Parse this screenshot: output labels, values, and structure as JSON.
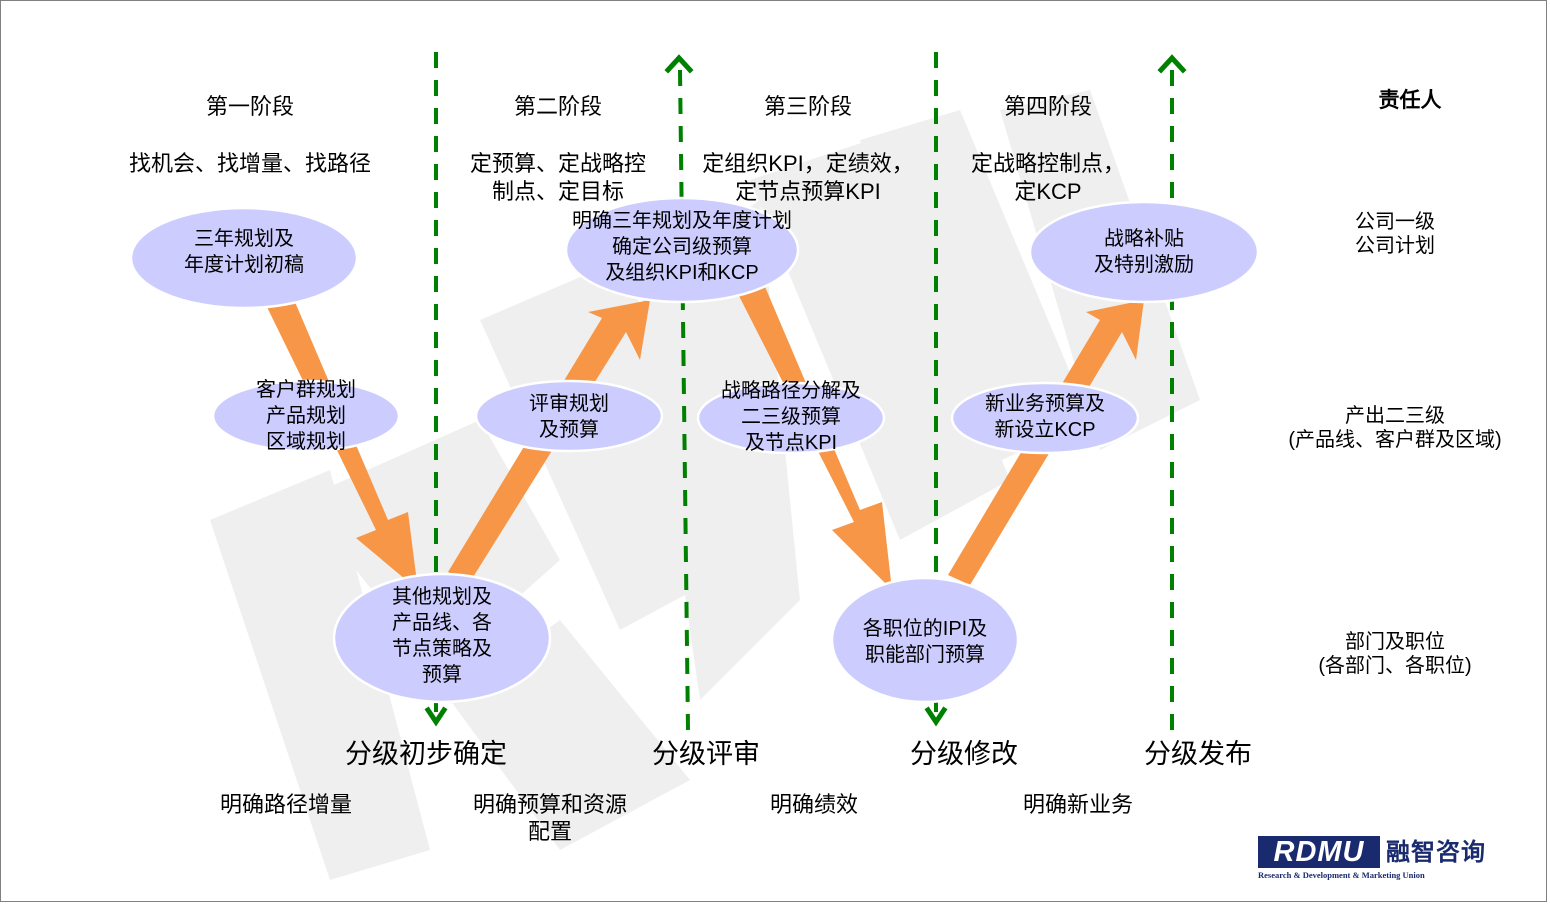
{
  "phases": [
    {
      "title": "第一阶段",
      "desc": "找机会、找增量、找路径"
    },
    {
      "title": "第二阶段",
      "desc": "定预算、定战略控\n制点、定目标"
    },
    {
      "title": "第三阶段",
      "desc": "定组织KPI，定绩效，\n定节点预算KPI"
    },
    {
      "title": "第四阶段",
      "desc": "定战略控制点，\n定KCP"
    }
  ],
  "roles": {
    "header": "责任人",
    "levels": [
      "公司一级\n公司计划",
      "产出二三级\n(产品线、客户群及区域)",
      "部门及职位\n(各部门、各职位)"
    ]
  },
  "nodes": {
    "top": [
      "三年规划及\n年度计划初稿",
      "明确三年规划及年度计划\n确定公司级预算\n及组织KPI和KCP",
      "战略补贴\n及特别激励"
    ],
    "middle": [
      "客户群规划\n产品规划\n区域规划",
      "评审规划\n及预算",
      "战略路径分解及\n二三级预算\n及节点KPI",
      "新业务预算及\n新设立KCP"
    ],
    "bottom": [
      "其他规划及\n产品线、各\n节点策略及\n预算",
      "各职位的IPI及\n职能部门预算"
    ]
  },
  "milestones": [
    "分级初步确定",
    "分级评审",
    "分级修改",
    "分级发布"
  ],
  "outcomes": [
    "明确路径增量",
    "明确预算和资源\n配置",
    "明确绩效",
    "明确新业务"
  ],
  "watermark": "RDMU",
  "logo": {
    "mark": "RDMU",
    "chinese": "融智咨询",
    "subtitle": "Research & Development & Marketing Union"
  },
  "colors": {
    "node_fill": "#ccccff",
    "arrow": "#f79646",
    "divider": "#008000",
    "watermark": "#f0f0f0",
    "logo": "#1a2a6e"
  }
}
